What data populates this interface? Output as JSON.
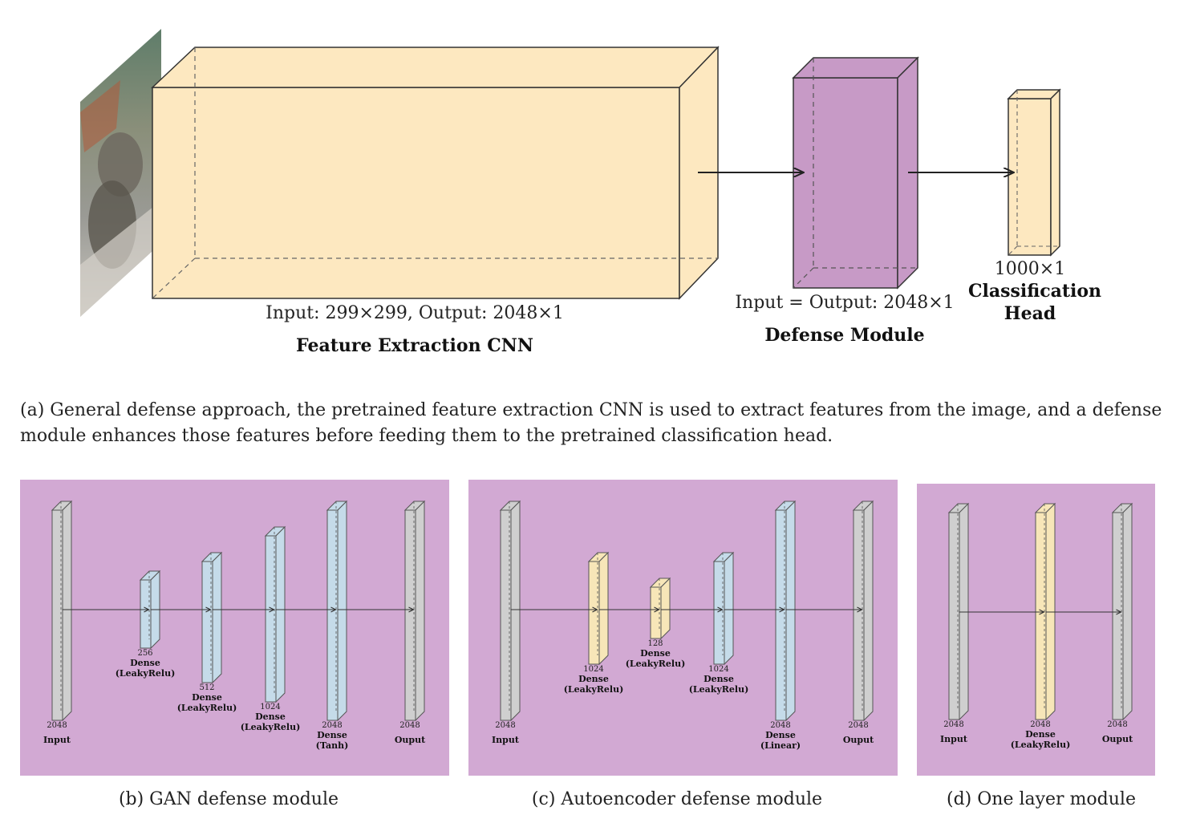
{
  "top": {
    "cnn": {
      "label": "Input: 299×299, Output: 2048×1",
      "title": "Feature Extraction CNN",
      "color": "#fde8c0"
    },
    "defense": {
      "label": "Input = Output: 2048×1",
      "title": "Defense Module",
      "color": "#c79ac6"
    },
    "head": {
      "size": "1000×1",
      "title_line1": "Classification",
      "title_line2": "Head",
      "color": "#fde8c0"
    },
    "caption": "(a) General defense approach, the pretrained feature extraction CNN is used to extract features from the image, and a defense module enhances those features before feeding them to the pretrained classification head."
  },
  "panels": [
    {
      "caption": "(b) GAN defense module",
      "layers": [
        {
          "size": "2048",
          "name": "Input",
          "act": "",
          "color": "#cfcfcf"
        },
        {
          "size": "256",
          "name": "Dense",
          "act": "(LeakyRelu)",
          "color": "#c5dbe9"
        },
        {
          "size": "512",
          "name": "Dense",
          "act": "(LeakyRelu)",
          "color": "#c5dbe9"
        },
        {
          "size": "1024",
          "name": "Dense",
          "act": "(LeakyRelu)",
          "color": "#c5dbe9"
        },
        {
          "size": "2048",
          "name": "Dense",
          "act": "(Tanh)",
          "color": "#c5dbe9"
        },
        {
          "size": "2048",
          "name": "Ouput",
          "act": "",
          "color": "#cfcfcf"
        }
      ]
    },
    {
      "caption": "(c) Autoencoder defense module",
      "layers": [
        {
          "size": "2048",
          "name": "Input",
          "act": "",
          "color": "#cfcfcf"
        },
        {
          "size": "1024",
          "name": "Dense",
          "act": "(LeakyRelu)",
          "color": "#f7e6b8"
        },
        {
          "size": "128",
          "name": "Dense",
          "act": "(LeakyRelu)",
          "color": "#f7e6b8"
        },
        {
          "size": "1024",
          "name": "Dense",
          "act": "(LeakyRelu)",
          "color": "#c5dbe9"
        },
        {
          "size": "2048",
          "name": "Dense",
          "act": "(Linear)",
          "color": "#c5dbe9"
        },
        {
          "size": "2048",
          "name": "Ouput",
          "act": "",
          "color": "#cfcfcf"
        }
      ]
    },
    {
      "caption": "(d) One layer module",
      "layers": [
        {
          "size": "2048",
          "name": "Input",
          "act": "",
          "color": "#cfcfcf"
        },
        {
          "size": "2048",
          "name": "Dense",
          "act": "(LeakyRelu)",
          "color": "#f7e6b8"
        },
        {
          "size": "2048",
          "name": "Ouput",
          "act": "",
          "color": "#cfcfcf"
        }
      ]
    }
  ],
  "colors": {
    "panel_bg": "#d2a9d3",
    "edge": "#555555"
  }
}
